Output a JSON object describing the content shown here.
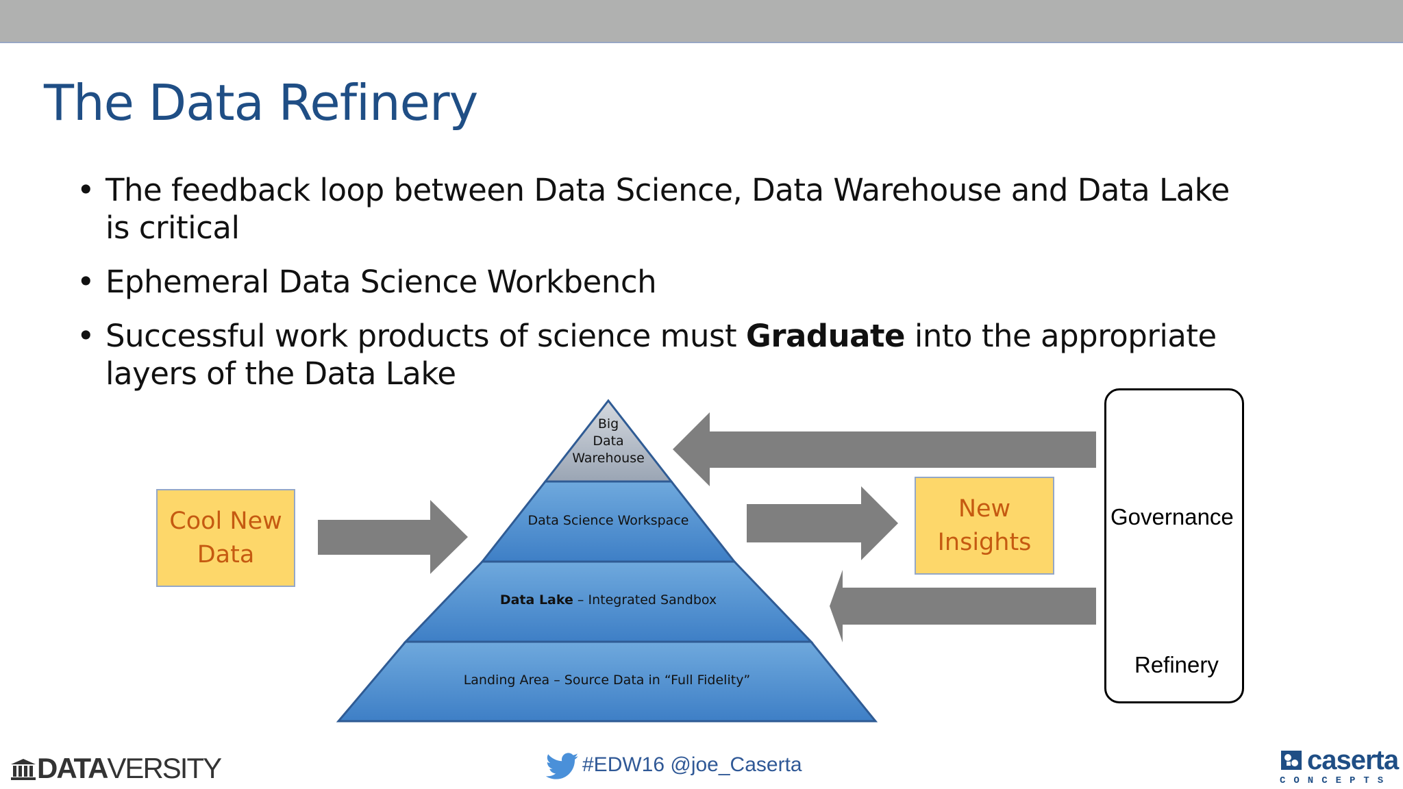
{
  "slide": {
    "title": "The Data Refinery",
    "bullets": [
      {
        "text": "The feedback loop between Data Science, Data Warehouse and Data Lake is critical"
      },
      {
        "text": "Ephemeral Data Science Workbench"
      },
      {
        "pre": "Successful work products of science must ",
        "bold": "Graduate",
        "post": " into the appropriate layers of the Data Lake"
      }
    ]
  },
  "diagram": {
    "input_box": {
      "line1": "Cool New",
      "line2": "Data"
    },
    "output_box": {
      "line1": "New",
      "line2": "Insights"
    },
    "pyramid": {
      "apex": {
        "line1": "Big",
        "line2": "Data",
        "line3": "Warehouse"
      },
      "layer2": "Data Science Workspace",
      "layer3_bold": "Data Lake",
      "layer3_rest": " – Integrated Sandbox",
      "layer4": "Landing Area – Source Data in “Full Fidelity”"
    },
    "governance_label": "Governance",
    "refinery_label": "Refinery",
    "colors": {
      "box_fill": "#fdd76a",
      "box_text": "#c55a11",
      "arrow": "#7f7f7f",
      "pyramid_blue": "#5b9bd5",
      "apex_gray": "#b7bec8"
    }
  },
  "footer": {
    "logo_bold": "DATA",
    "logo_light": "VERSITY",
    "hashtag": "#EDW16 @joe_Caserta",
    "brand": "caserta",
    "brand_sub": "CONCEPTS"
  }
}
